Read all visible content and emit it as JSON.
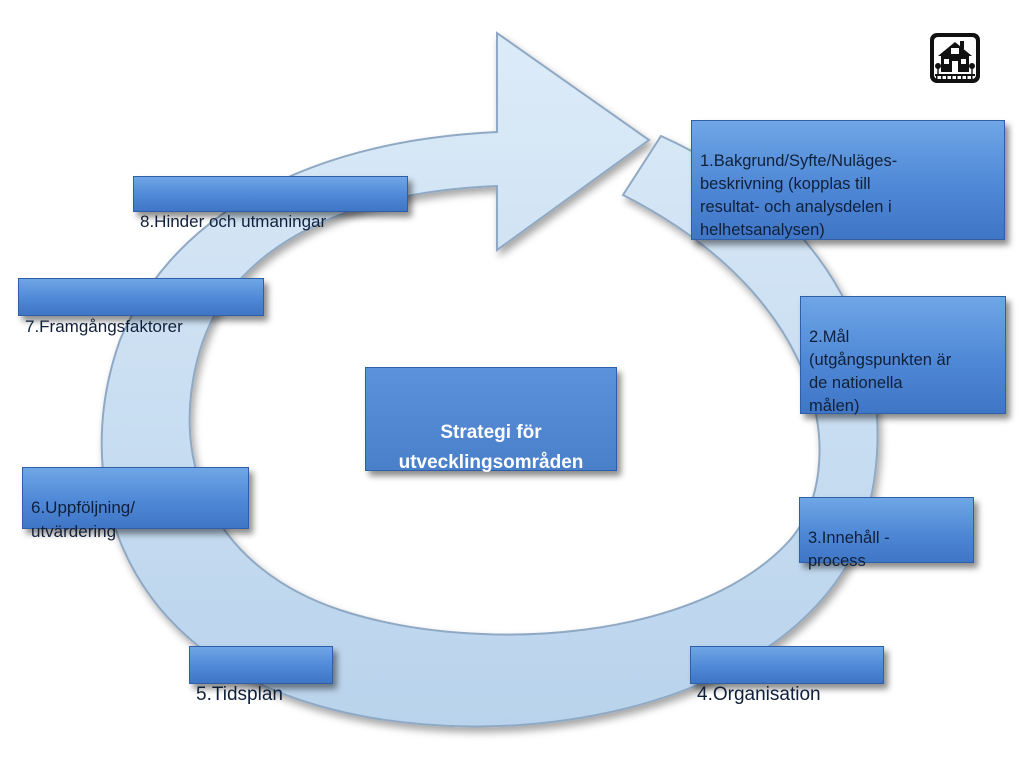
{
  "diagram": {
    "center_label": "Strategi för\nutvecklingsområden",
    "steps": [
      {
        "id": "step-1",
        "label": "1.Bakgrund/Syfte/Nuläges-\nbeskrivning (kopplas till\nresultat- och analysdelen i\nhelhetsanalysen)"
      },
      {
        "id": "step-2",
        "label": "2.Mål\n(utgångspunkten är\nde nationella\nmålen)"
      },
      {
        "id": "step-3",
        "label": "3.Innehåll -\nprocess"
      },
      {
        "id": "step-4",
        "label": "4.Organisation"
      },
      {
        "id": "step-5",
        "label": "5.Tidsplan"
      },
      {
        "id": "step-6",
        "label": "6.Uppföljning/\nutvärdering"
      },
      {
        "id": "step-7",
        "label": "7.Framgångsfaktorer"
      },
      {
        "id": "step-8",
        "label": "8.Hinder och utmaningar"
      }
    ]
  },
  "colors": {
    "arrow_fill": "#c9dff3",
    "arrow_stroke": "#8fa9c4",
    "box_fill": "#4f88d6",
    "center_text": "#ffffff"
  },
  "icons": {
    "home": "house-icon"
  }
}
